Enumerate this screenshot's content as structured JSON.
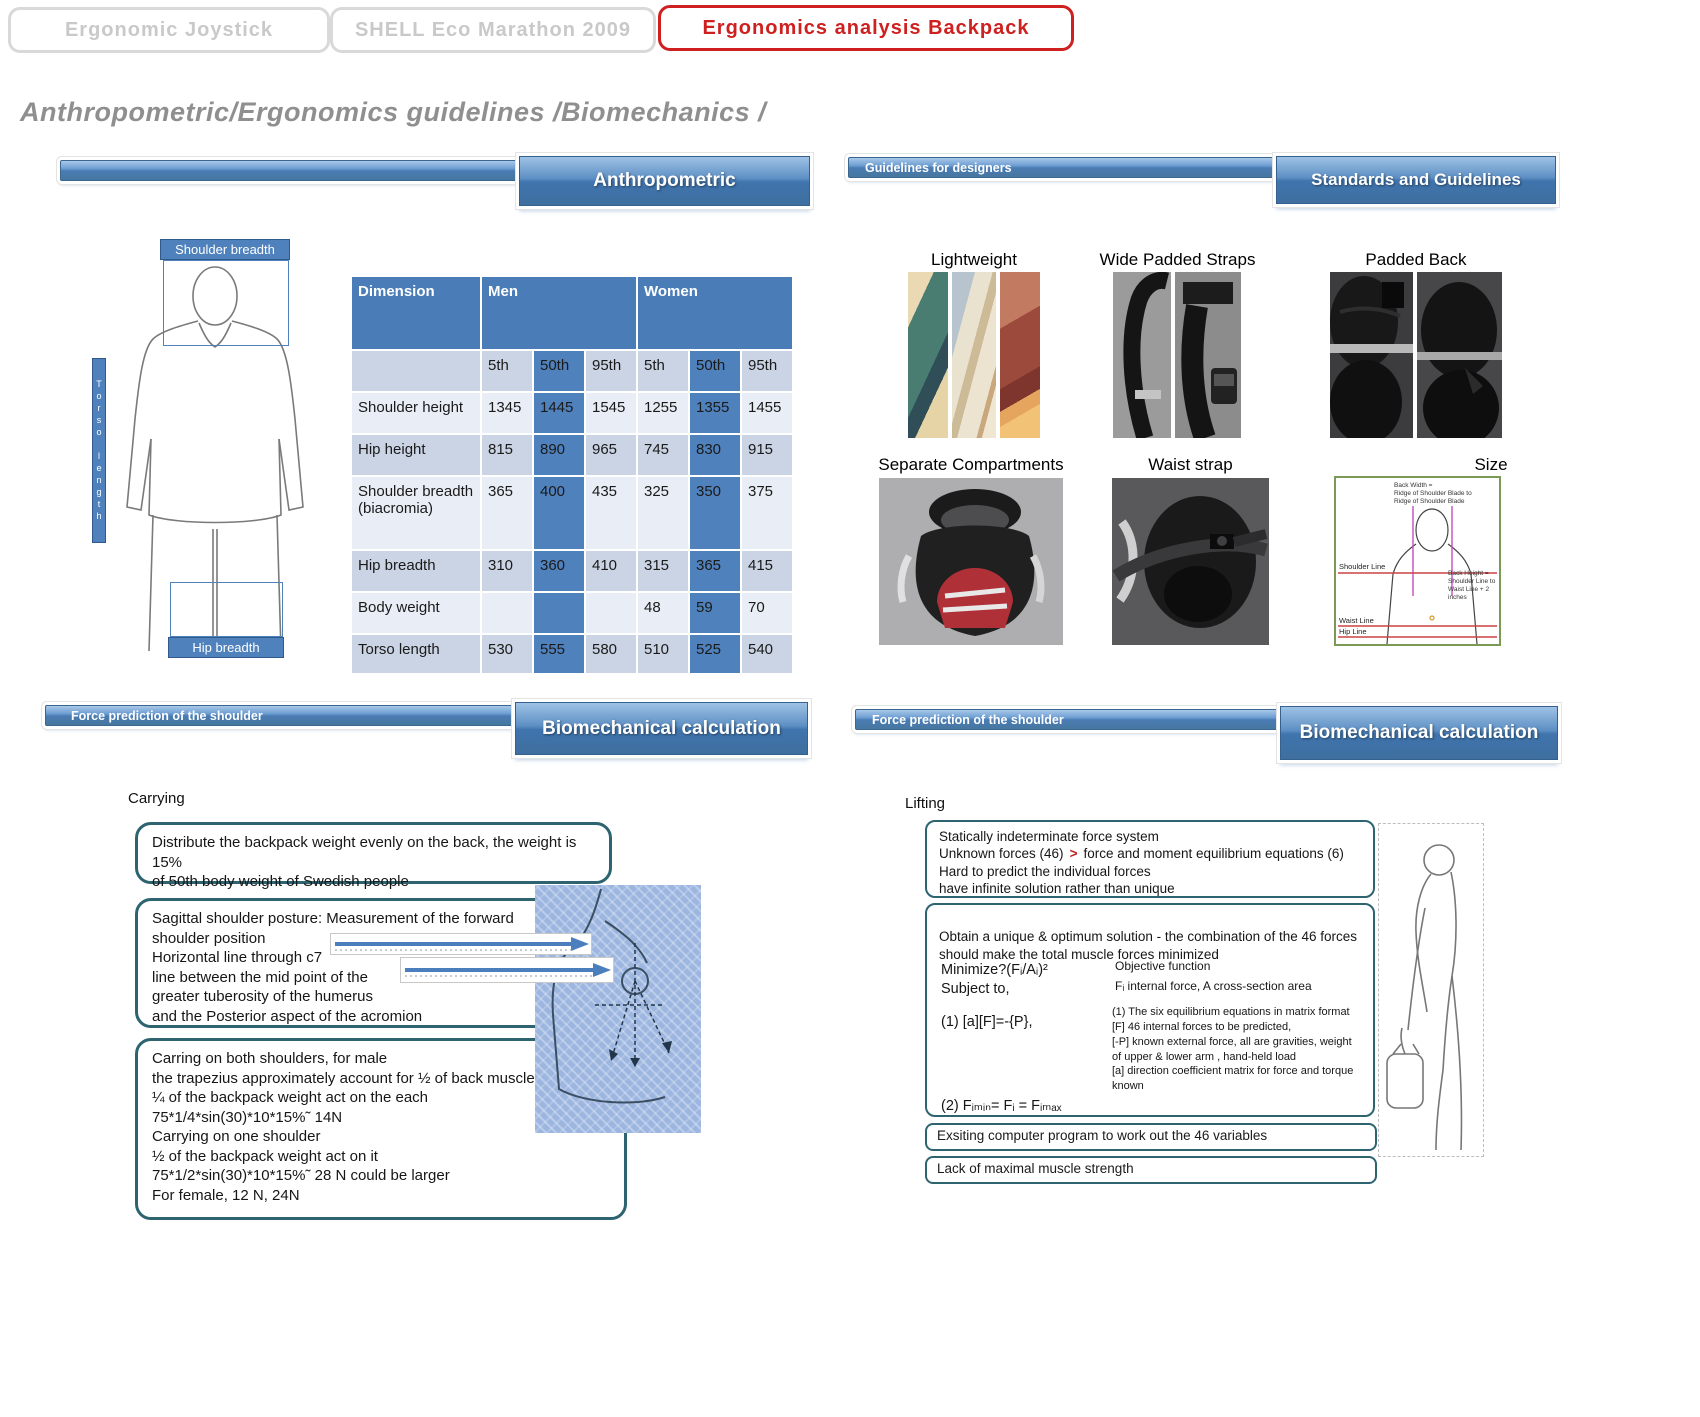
{
  "tabs": {
    "tab1": "Ergonomic Joystick",
    "tab2": "SHELL Eco Marathon 2009",
    "tab3": "Ergonomics analysis Backpack"
  },
  "page_title": "Anthropometric/Ergonomics guidelines /Biomechanics /",
  "anthropometric": {
    "banner_title": "Anthropometric",
    "figure": {
      "shoulder_breadth": "Shoulder breadth",
      "torso_length": "Torso length",
      "hip_breadth": "Hip breadth"
    },
    "table": {
      "header": {
        "dimension": "Dimension",
        "men": "Men",
        "women": "Women"
      },
      "percentiles": [
        "5th",
        "50th",
        "95th",
        "5th",
        "50th",
        "95th"
      ],
      "rows": [
        {
          "dimension": "Shoulder height",
          "values": [
            "1345",
            "1445",
            "1545",
            "1255",
            "1355",
            "1455"
          ]
        },
        {
          "dimension": "Hip height",
          "values": [
            "815",
            "890",
            "965",
            "745",
            "830",
            "915"
          ]
        },
        {
          "dimension": "Shoulder breadth (biacromia)",
          "values": [
            "365",
            "400",
            "435",
            "325",
            "350",
            "375"
          ]
        },
        {
          "dimension": "Hip breadth",
          "values": [
            "310",
            "360",
            "410",
            "315",
            "365",
            "415"
          ]
        },
        {
          "dimension": "Body weight",
          "values": [
            "",
            "",
            "",
            "48",
            "59",
            "70"
          ]
        },
        {
          "dimension": "Torso length",
          "values": [
            "530",
            "555",
            "580",
            "510",
            "525",
            "540"
          ]
        }
      ]
    }
  },
  "guidelines": {
    "banner_label": "Guidelines for designers",
    "banner_title": "Standards and Guidelines",
    "cards": {
      "lightweight": "Lightweight",
      "wide_padded_straps": "Wide Padded Straps",
      "padded_back": "Padded Back",
      "separate_compartments": "Separate Compartments",
      "waist_strap": "Waist strap",
      "size": "Size"
    },
    "size_diagram": {
      "back_width": "Back Width =\nRidge of Shoulder Blade to\nRidge of Shoulder Blade",
      "shoulder_line": "Shoulder Line",
      "back_height": "Back Height =\nShoulder Line to\nWaist Line + 2 inches",
      "waist_line": "Waist Line",
      "hip_line": "Hip Line"
    }
  },
  "carrying": {
    "banner_label": "Force prediction of the shoulder",
    "banner_title": "Biomechanical calculation",
    "heading": "Carrying",
    "box_distribute": "Distribute the backpack weight evenly on the back, the weight is 15%\nof 50th body weight of Swedish people",
    "box_sagittal": "Sagittal shoulder posture: Measurement of the forward\nshoulder position\nHorizontal line through c7\nline between the mid point of the\ngreater tuberosity of the humerus\nand the Posterior aspect of the acromion",
    "box_carrying": "Carring on both shoulders, for male\nthe trapezius approximately  account  for ½ of back muscles\n¼ of the backpack weight act on the each\n75*1/4*sin(30)*10*15%˜  14N\nCarrying on one shoulder\n½  of the backpack weight act on it\n75*1/2*sin(30)*10*15%˜ 28 N  could be larger\nFor female, 12 N, 24N"
  },
  "lifting": {
    "banner_label": "Force prediction of the shoulder",
    "banner_title": "Biomechanical calculation",
    "heading": "Lifting",
    "box_static": {
      "line1": "Statically indeterminate force system",
      "line2_pre": "Unknown forces (46)",
      "line2_gt": ">",
      "line2_post": "force and moment  equilibrium equations (6)",
      "line3": "Hard to predict the individual forces",
      "line4": "have infinite solution rather than unique"
    },
    "box_optimum": {
      "intro": "Obtain a unique & optimum solution - the combination of the 46 forces\nshould make the total muscle forces minimized",
      "left1": "Minimize?(Fᵢ/Aᵢ)²\nSubject to,",
      "left2": "(1) [a][F]=-{P},",
      "left3": "(2) Fᵢₘᵢₙ= Fᵢ =  Fᵢₘₐₓ",
      "right1": "Objective function",
      "right2": "Fᵢ  internal force, A cross-section area",
      "right3": "(1) The six equilibrium equations in matrix format\n[F] 46 internal forces to be predicted,\n[-P] known external force, all are  gravities, weight\nof upper & lower arm , hand-held load\n[a] direction coefficient matrix for force and torque\nknown"
    },
    "box_program": "Exsiting computer program to work out the 46 variables",
    "box_strength": "Lack of  maximal muscle strength"
  }
}
